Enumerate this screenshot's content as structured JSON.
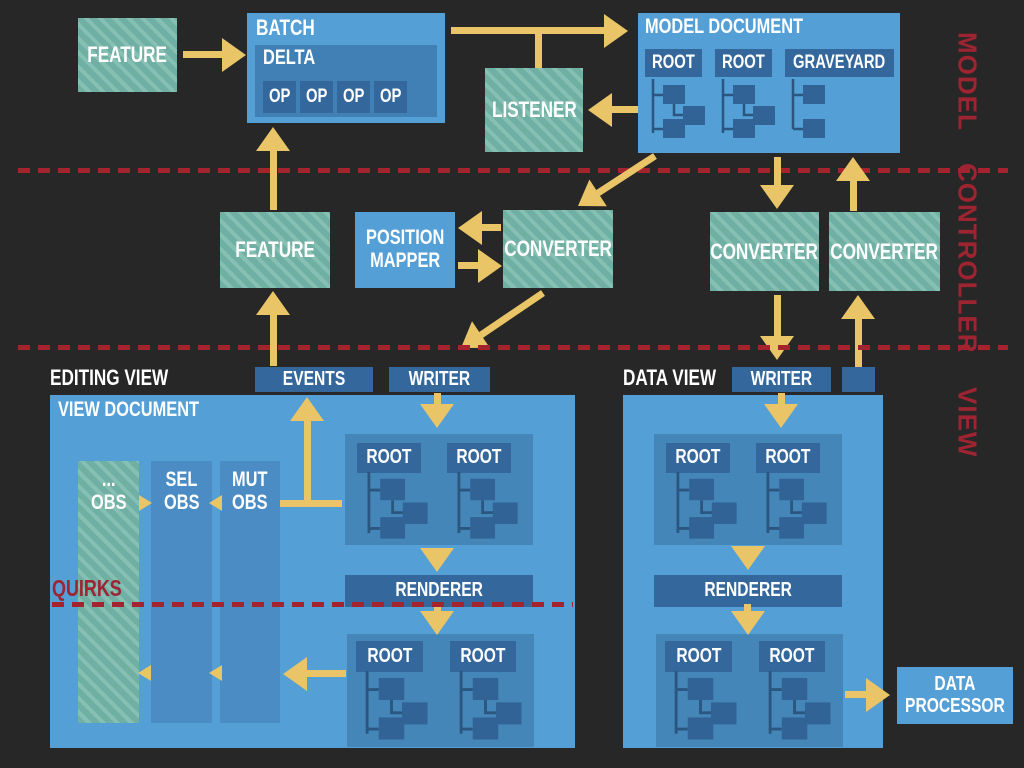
{
  "layers": {
    "model": "MODEL",
    "controller": "CONTROLLER",
    "view": "VIEW"
  },
  "model_layer": {
    "feature": "FEATURE",
    "batch": {
      "title": "BATCH",
      "delta": "DELTA",
      "ops": [
        "OP",
        "OP",
        "OP",
        "OP"
      ]
    },
    "listener": "LISTENER",
    "document": {
      "title": "MODEL DOCUMENT",
      "roots": [
        "ROOT",
        "ROOT",
        "GRAVEYARD"
      ]
    }
  },
  "controller_layer": {
    "feature": "FEATURE",
    "position_mapper": "POSITION MAPPER",
    "converter_editing": "CONVERTER",
    "converter_data_down": "CONVERTER",
    "converter_data_up": "CONVERTER"
  },
  "view_layer": {
    "editing": {
      "title": "EDITING VIEW",
      "events": "EVENTS",
      "writer": "WRITER",
      "document_title": "VIEW DOCUMENT",
      "observers": [
        [
          "...",
          "OBS"
        ],
        [
          "SEL",
          "OBS"
        ],
        [
          "MUT",
          "OBS"
        ]
      ],
      "quirks": "QUIRKS",
      "roots_top": [
        "ROOT",
        "ROOT"
      ],
      "renderer": "RENDERER",
      "roots_bottom": [
        "ROOT",
        "ROOT"
      ]
    },
    "data": {
      "title": "DATA VIEW",
      "writer": "WRITER",
      "roots_top": [
        "ROOT",
        "ROOT"
      ],
      "renderer": "RENDERER",
      "roots_bottom": [
        "ROOT",
        "ROOT"
      ],
      "processor": "DATA PROCESSOR"
    }
  },
  "colors": {
    "background": "#272727",
    "accent_yellow": "#eac567",
    "box_blue": "#539fd6",
    "panel_blue": "#4586b9",
    "dark_blue": "#34689c",
    "node_blue": "#2d6194",
    "teal": "#6fafa4",
    "layer_red": "#9d2430"
  }
}
